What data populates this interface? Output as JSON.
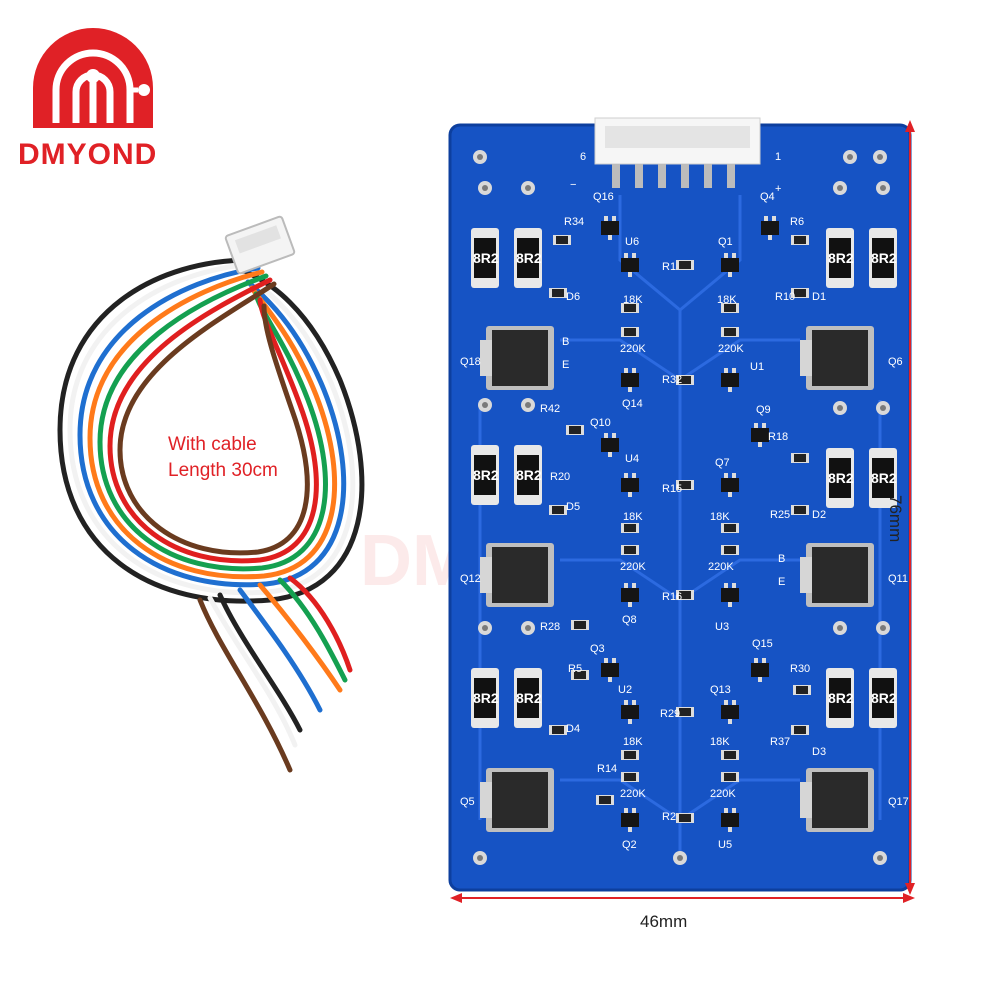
{
  "brand": {
    "name": "DMYOND",
    "color": "#e02126"
  },
  "cable": {
    "label_line1": "With cable",
    "label_line2": "Length 30cm",
    "wire_colors": [
      "#222222",
      "#ffffff",
      "#1f6fd0",
      "#ff7a1a",
      "#14a050",
      "#e01f1f",
      "#6a3b1f",
      "#c9c9c9"
    ]
  },
  "watermark": "DMYOND",
  "pcb": {
    "board_color": "#1653c4",
    "connector_labels": {
      "left": "6",
      "right": "1",
      "minus": "−",
      "plus": "+"
    },
    "resistor_marking": "8R2",
    "labels": {
      "q16": "Q16",
      "q4": "Q4",
      "r34": "R34",
      "r6": "R6",
      "u6": "U6",
      "q1": "Q1",
      "r1": "R1",
      "d6": "D6",
      "r10": "R10",
      "d1": "D1",
      "r18k_a": "18K",
      "r18k_b": "18K",
      "r220k_a": "220K",
      "r220k_b": "220K",
      "q18": "Q18",
      "q6": "Q6",
      "r32": "R32",
      "u1": "U1",
      "q14": "Q14",
      "r42": "R42",
      "q9": "Q9",
      "q10": "Q10",
      "r18": "R18",
      "u4": "U4",
      "q7": "Q7",
      "r20": "R20",
      "r15": "R15",
      "d5": "D5",
      "r25": "R25",
      "d2": "D2",
      "r18k_c": "18K",
      "r18k_d": "18K",
      "r220k_c": "220K",
      "r220k_d": "220K",
      "q12": "Q12",
      "q11": "Q11",
      "r16": "R16",
      "q8": "Q8",
      "u3": "U3",
      "r28": "R28",
      "q3": "Q3",
      "q15": "Q15",
      "r5": "R5",
      "r30": "R30",
      "u2": "U2",
      "q13": "Q13",
      "r29": "R29",
      "d4": "D4",
      "r37": "R37",
      "d3": "D3",
      "r18k_e": "18K",
      "r18k_f": "18K",
      "r14": "R14",
      "r220k_e": "220K",
      "r220k_f": "220K",
      "q5": "Q5",
      "q17": "Q17",
      "r2": "R2",
      "q2": "Q2",
      "u5": "U5",
      "b_a": "B",
      "e_a": "E",
      "b_b": "B",
      "e_b": "E"
    }
  },
  "dimensions": {
    "width": "46mm",
    "height": "76mm"
  }
}
